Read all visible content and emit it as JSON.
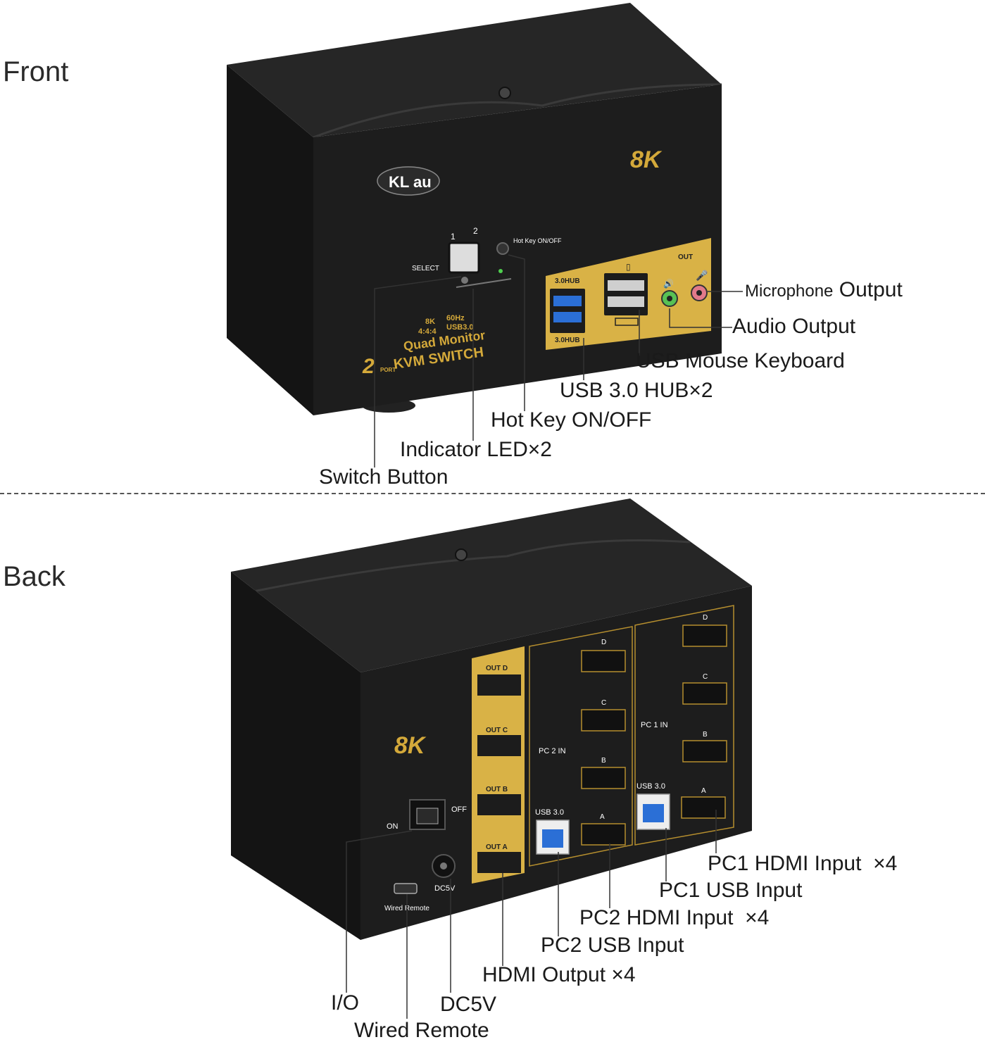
{
  "front": {
    "section_label": "Front",
    "brand_logo": "KL au",
    "badge_8k": "8K",
    "panel": {
      "select_label": "SELECT",
      "port_1": "1",
      "port_2": "2",
      "hotkey_label": "Hot Key ON/OFF",
      "spec_8k": "8K",
      "spec_60hz": "60Hz",
      "spec_444": "4:4:4",
      "spec_usb": "USB3.0",
      "product_line1": "Quad Monitor",
      "product_line2": "KVM SWITCH",
      "port_count": "2",
      "port_word": "PORT",
      "usb_hub_top": "3.0HUB",
      "usb_hub_bottom": "3.0HUB",
      "out_label": "OUT"
    },
    "callouts": {
      "microphone_small": "Microphone",
      "microphone": "Output",
      "audio": "Audio Output",
      "usb_mouse_keyboard": "USB Mouse Keyboard",
      "usb_hub": "USB 3.0 HUB×2",
      "hotkey": "Hot Key ON/OFF",
      "indicator": "Indicator LED×2",
      "switch": "Switch Button"
    }
  },
  "back": {
    "section_label": "Back",
    "badge_8k": "8K",
    "panel": {
      "on": "ON",
      "off": "OFF",
      "dc5v": "DC5V",
      "wired_remote": "Wired Remote",
      "out_d": "OUT D",
      "out_c": "OUT C",
      "out_b": "OUT B",
      "out_a": "OUT A",
      "pc2_in": "PC 2 IN",
      "pc1_in": "PC 1 IN",
      "usb30_left": "USB 3.0",
      "usb30_right": "USB 3.0",
      "port_d": "D",
      "port_c": "C",
      "port_b": "B",
      "port_a": "A"
    },
    "callouts": {
      "pc1_hdmi": "PC1 HDMI Input  ×4",
      "pc1_usb": "PC1 USB Input",
      "pc2_hdmi": "PC2 HDMI Input  ×4",
      "pc2_usb": "PC2 USB Input",
      "hdmi_output": "HDMI Output ×4",
      "io": "I/O",
      "dc5v": "DC5V",
      "wired_remote": "Wired Remote"
    }
  },
  "colors": {
    "body_black": "#1b1b1b",
    "gold": "#d9b246",
    "usb_blue": "#2b6fd6"
  }
}
